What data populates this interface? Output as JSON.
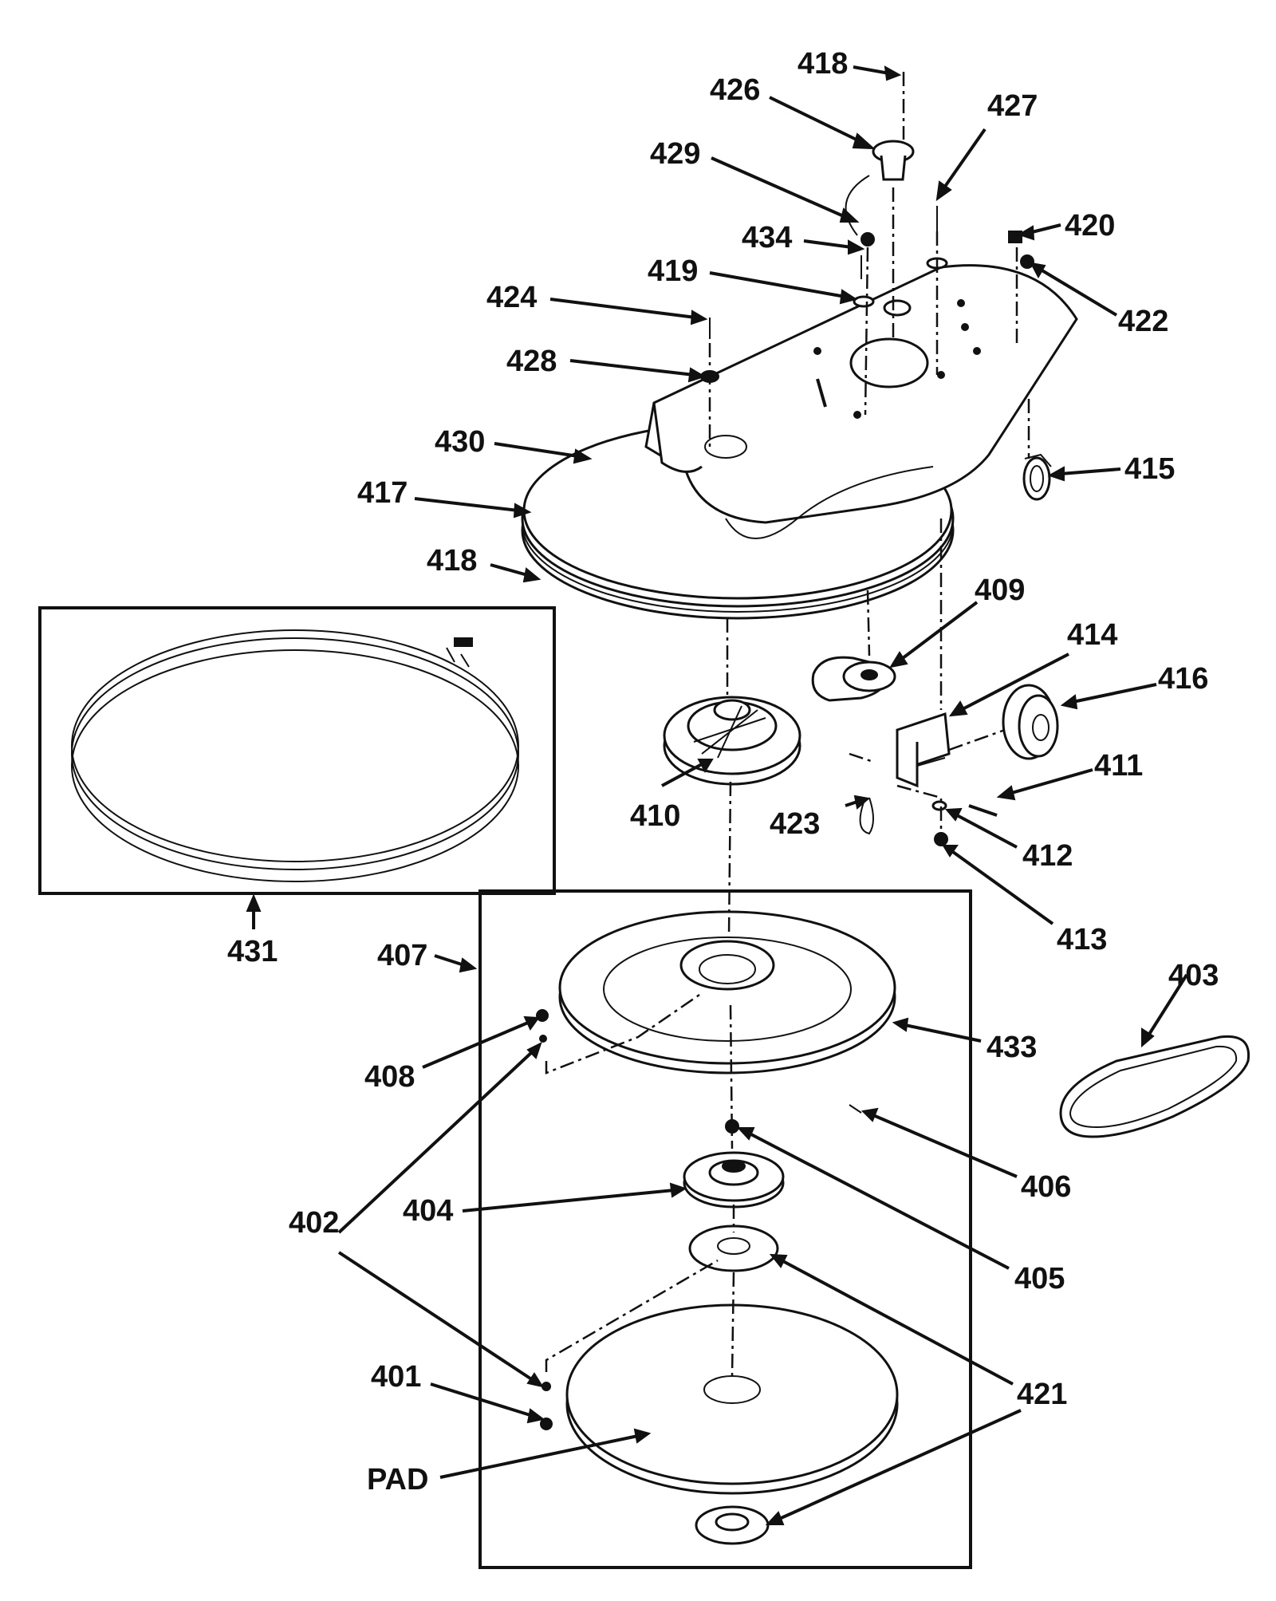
{
  "labels": {
    "l418_top": "418",
    "l426": "426",
    "l427": "427",
    "l429": "429",
    "l434": "434",
    "l420": "420",
    "l419": "419",
    "l422": "422",
    "l424": "424",
    "l428": "428",
    "l430": "430",
    "l415": "415",
    "l417": "417",
    "l418_mid": "418",
    "l409": "409",
    "l414": "414",
    "l416": "416",
    "l411": "411",
    "l410": "410",
    "l423": "423",
    "l412": "412",
    "l413": "413",
    "l431": "431",
    "l407": "407",
    "l403": "403",
    "l408": "408",
    "l433": "433",
    "l406": "406",
    "l402": "402",
    "l404": "404",
    "l405": "405",
    "l421": "421",
    "l401": "401",
    "l_pad": "PAD"
  }
}
